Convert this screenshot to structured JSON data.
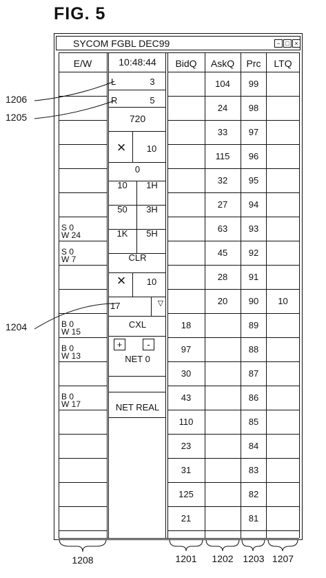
{
  "figure_label": "FIG. 5",
  "window": {
    "title": "SYCOM FGBL DEC99",
    "controls": [
      "−",
      "□",
      "×"
    ]
  },
  "headers": {
    "ew": "E/W",
    "time": "10:48:44",
    "bidq": "BidQ",
    "askq": "AskQ",
    "prc": "Prc",
    "ltq": "LTQ"
  },
  "ladder": [
    {
      "bidq": "",
      "askq": "104",
      "prc": "99",
      "ltq": ""
    },
    {
      "bidq": "",
      "askq": "24",
      "prc": "98",
      "ltq": ""
    },
    {
      "bidq": "",
      "askq": "33",
      "prc": "97",
      "ltq": ""
    },
    {
      "bidq": "",
      "askq": "115",
      "prc": "96",
      "ltq": ""
    },
    {
      "bidq": "",
      "askq": "32",
      "prc": "95",
      "ltq": ""
    },
    {
      "bidq": "",
      "askq": "27",
      "prc": "94",
      "ltq": ""
    },
    {
      "bidq": "",
      "askq": "63",
      "prc": "93",
      "ltq": ""
    },
    {
      "bidq": "",
      "askq": "45",
      "prc": "92",
      "ltq": ""
    },
    {
      "bidq": "",
      "askq": "28",
      "prc": "91",
      "ltq": ""
    },
    {
      "bidq": "",
      "askq": "20",
      "prc": "90",
      "ltq": "10"
    },
    {
      "bidq": "18",
      "askq": "",
      "prc": "89",
      "ltq": ""
    },
    {
      "bidq": "97",
      "askq": "",
      "prc": "88",
      "ltq": ""
    },
    {
      "bidq": "30",
      "askq": "",
      "prc": "87",
      "ltq": ""
    },
    {
      "bidq": "43",
      "askq": "",
      "prc": "86",
      "ltq": ""
    },
    {
      "bidq": "110",
      "askq": "",
      "prc": "85",
      "ltq": ""
    },
    {
      "bidq": "23",
      "askq": "",
      "prc": "84",
      "ltq": ""
    },
    {
      "bidq": "31",
      "askq": "",
      "prc": "83",
      "ltq": ""
    },
    {
      "bidq": "125",
      "askq": "",
      "prc": "82",
      "ltq": ""
    },
    {
      "bidq": "21",
      "askq": "",
      "prc": "81",
      "ltq": ""
    }
  ],
  "ew_entries": {
    "row7": {
      "s": "S 0",
      "w": "W 24"
    },
    "row8": {
      "s": "S 0",
      "w": "W 7"
    },
    "row11": {
      "s": "B 0",
      "w": "W 15"
    },
    "row12": {
      "s": "B 0",
      "w": "W 13"
    },
    "row14": {
      "s": "B 0",
      "w": "W 17"
    }
  },
  "controls": {
    "l_label": "L",
    "l_value": "3",
    "r_label": "R",
    "r_value": "5",
    "net_position": "720",
    "multiplier_1": "10",
    "zero_value": "0",
    "q10": "10",
    "q1h": "1H",
    "q50": "50",
    "q3h": "3H",
    "q1k": "1K",
    "q5h": "5H",
    "clr": "CLR",
    "multiplier_2": "10",
    "select_value": "17",
    "cxl": "CXL",
    "plus": "+",
    "minus": "-",
    "net": "NET 0",
    "net_real": "NET REAL"
  },
  "callouts": {
    "c1206": "1206",
    "c1205": "1205",
    "c1204": "1204",
    "c1208": "1208",
    "c1201": "1201",
    "c1202": "1202",
    "c1203": "1203",
    "c1207": "1207"
  }
}
